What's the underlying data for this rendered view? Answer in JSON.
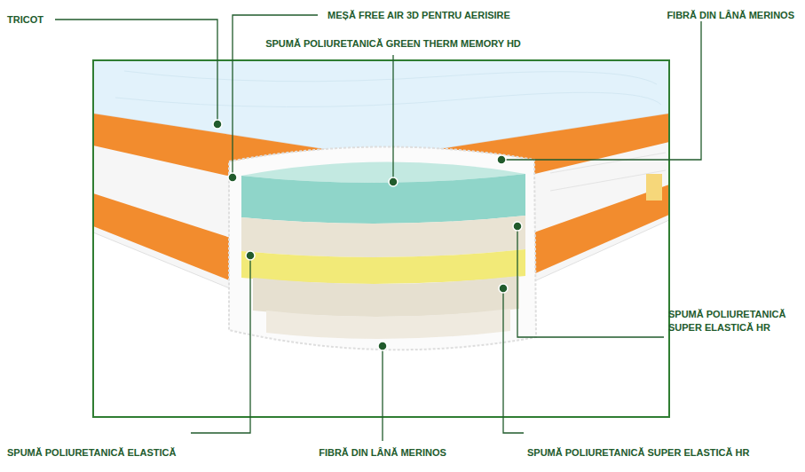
{
  "diagram": {
    "labels": [
      "TRICOT",
      "MEȘĂ FREE AIR 3D PENTRU AERISIRE",
      "SPUMĂ POLIURETANICĂ GREEN THERM MEMORY HD",
      "FIBRĂ DIN LÂNĂ MERINOS",
      "SPUMĂ POLIURETANICĂ SUPER ELASTICĂ HR",
      "SPUMĂ POLIURETANICĂ ELASTICĂ",
      "FIBRĂ DIN LÂNĂ MERINOS",
      "SPUMĂ POLIURETANICĂ SUPER ELASTICĂ HR"
    ]
  }
}
